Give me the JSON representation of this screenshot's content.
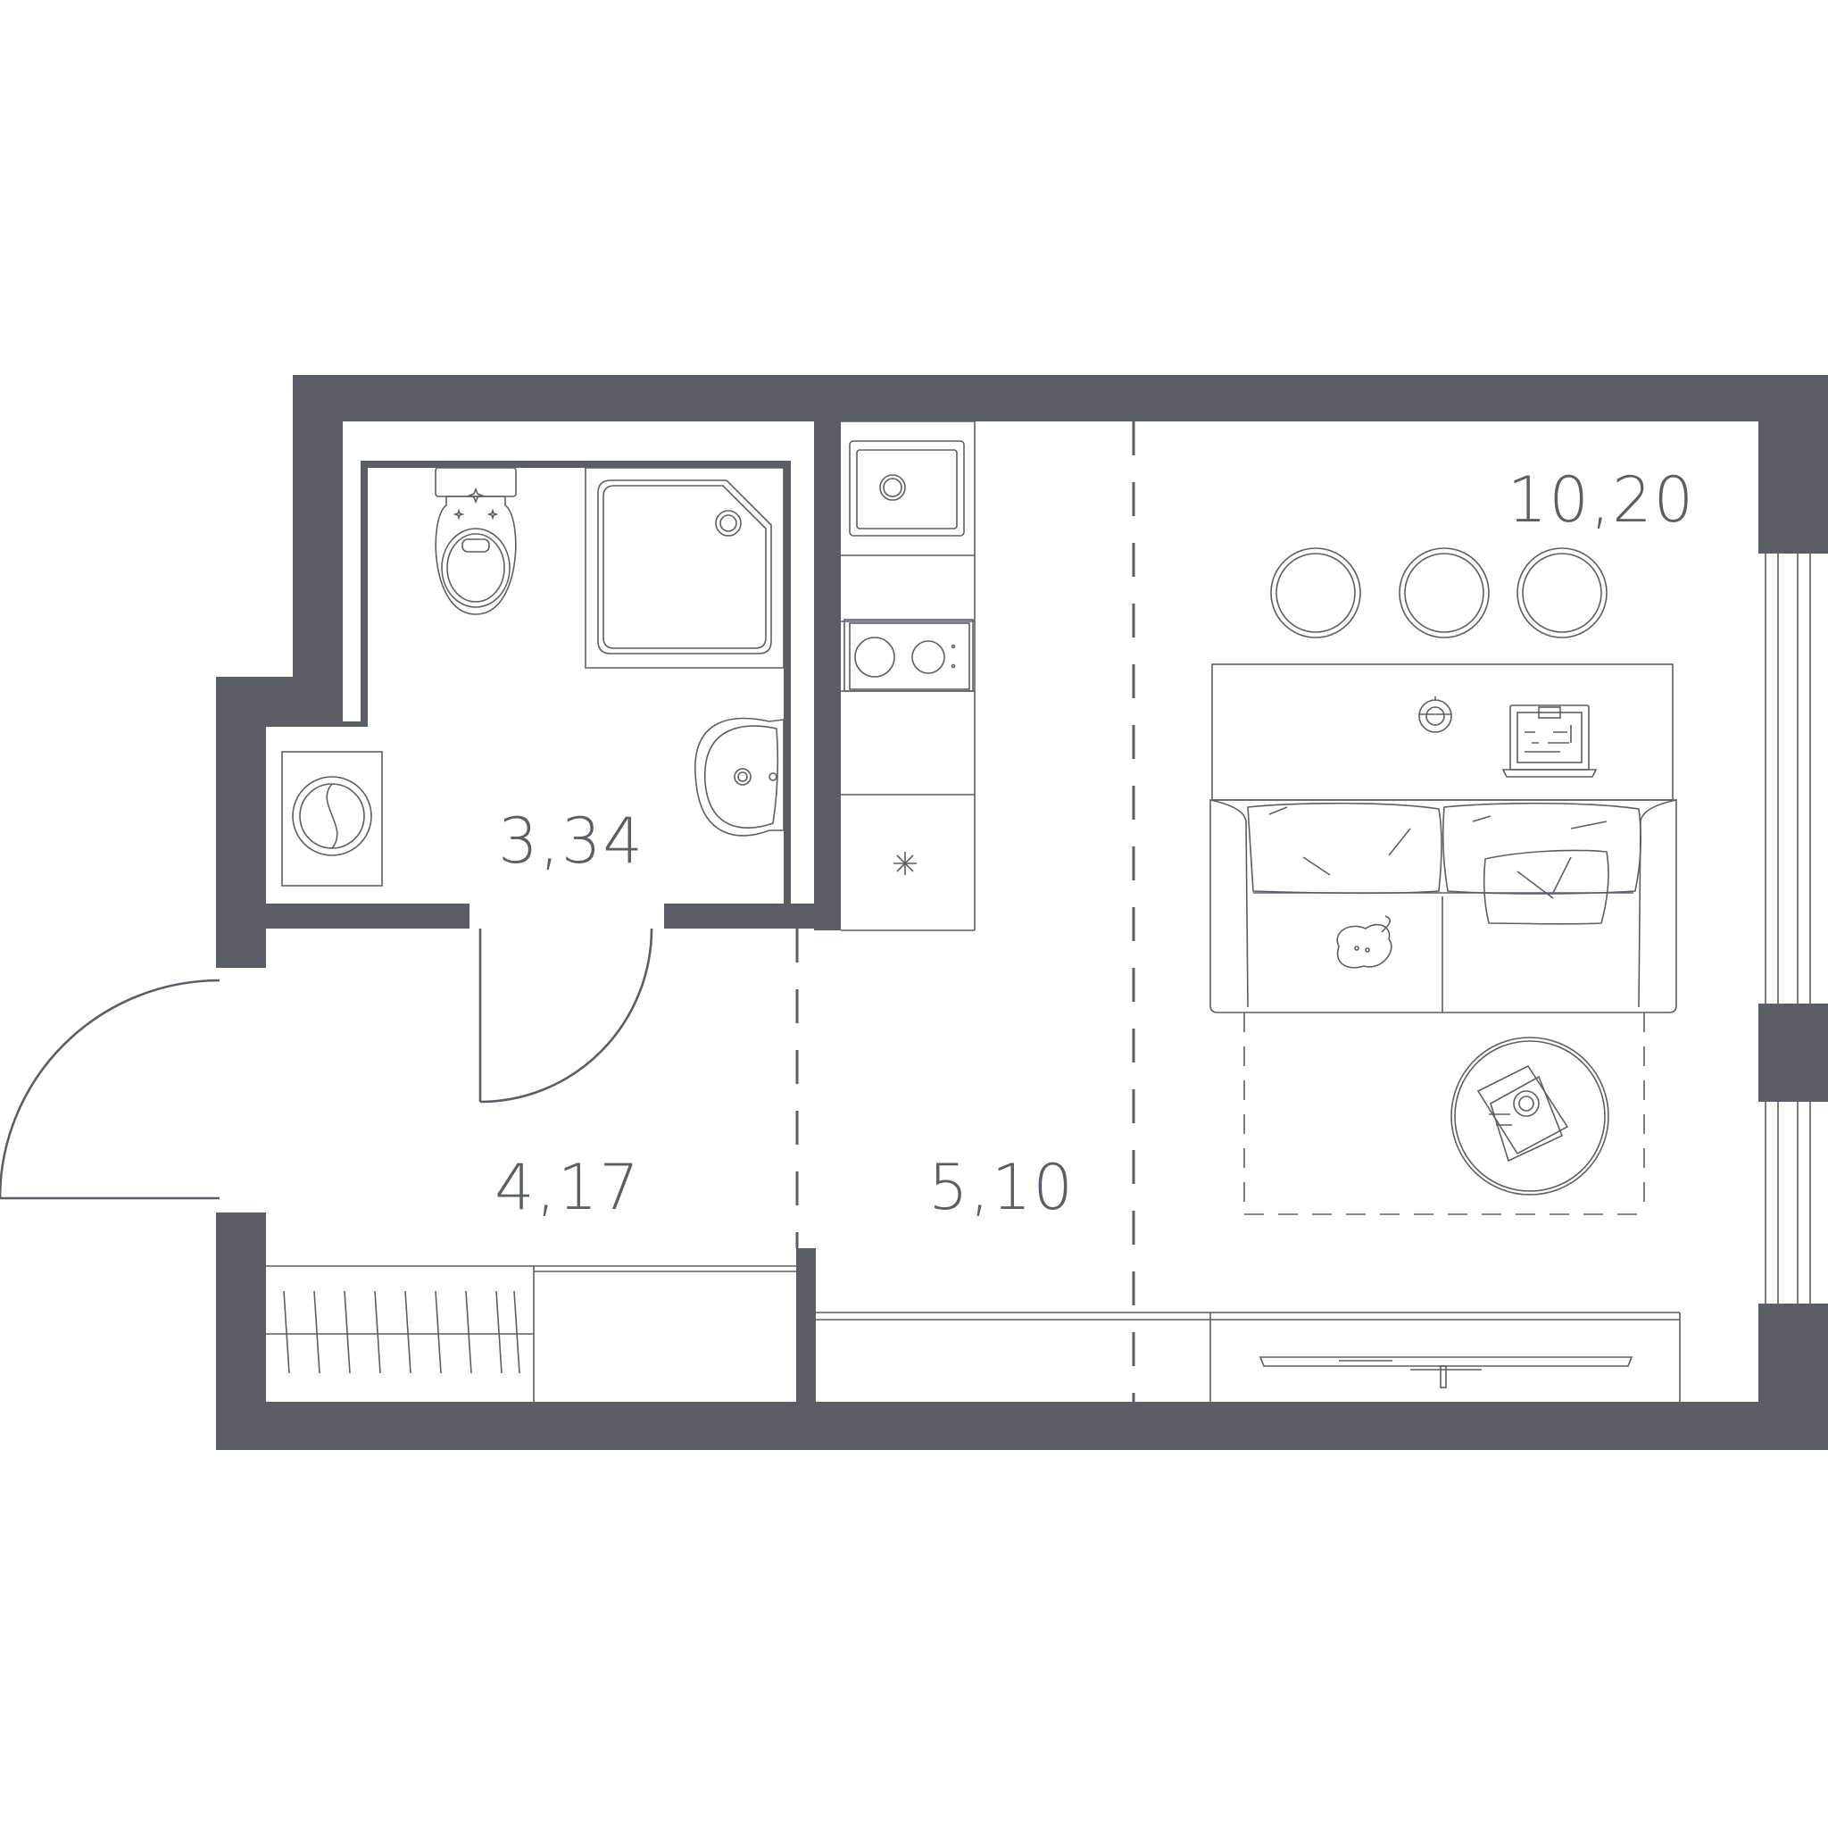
{
  "rooms": {
    "bathroom": {
      "area": "3,34"
    },
    "hallway": {
      "area": "4,17"
    },
    "kitchen": {
      "area": "5,10"
    },
    "living": {
      "area": "10,20"
    }
  },
  "colors": {
    "wall": "#5b5e65",
    "line": "#5b5e65",
    "background": "#ffffff"
  },
  "icons": [
    "toilet-icon",
    "shower-tray-icon",
    "washbasin-icon",
    "washing-machine-icon",
    "sink-icon",
    "hob-icon",
    "sofa-icon",
    "coffee-table-icon",
    "desk-icon",
    "laptop-icon",
    "tv-icon",
    "stool-icon"
  ]
}
